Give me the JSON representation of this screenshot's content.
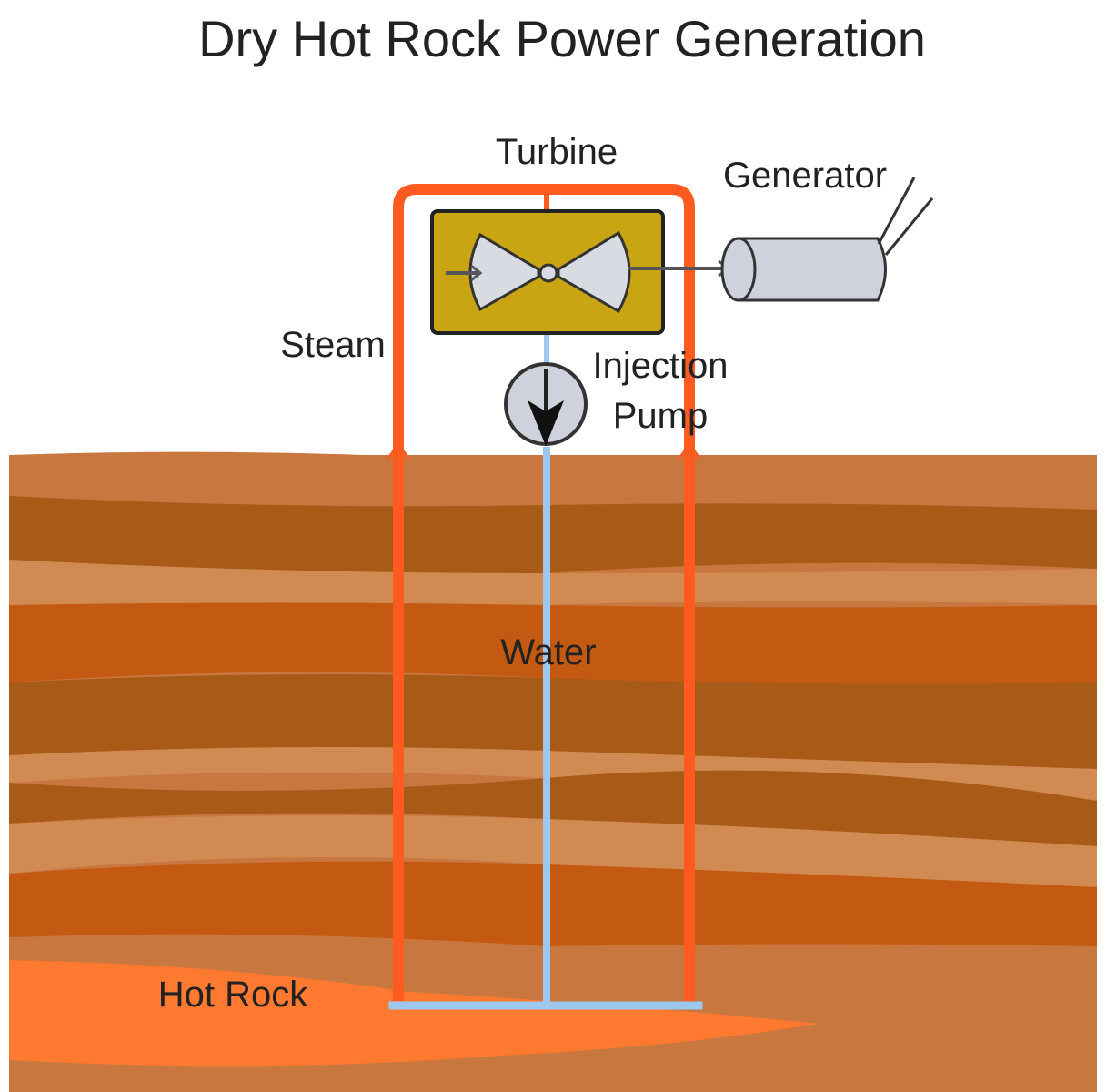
{
  "title": "Dry Hot Rock Power Generation",
  "labels": {
    "turbine": "Turbine",
    "generator": "Generator",
    "steam": "Steam",
    "injection_pump_line1": "Injection",
    "injection_pump_line2": "Pump",
    "water": "Water",
    "hot_rock": "Hot Rock"
  },
  "colors": {
    "steam_pipe": "#ff5a1f",
    "water_pipe": "#9cc8f0",
    "turbine_housing": "#c9a514",
    "generator_body": "#cfd2dc",
    "rock_light": "#c8773f",
    "rock_dark": "#a85a17",
    "rock_orange": "#c45a12",
    "hot_rock": "#ff7a30"
  }
}
